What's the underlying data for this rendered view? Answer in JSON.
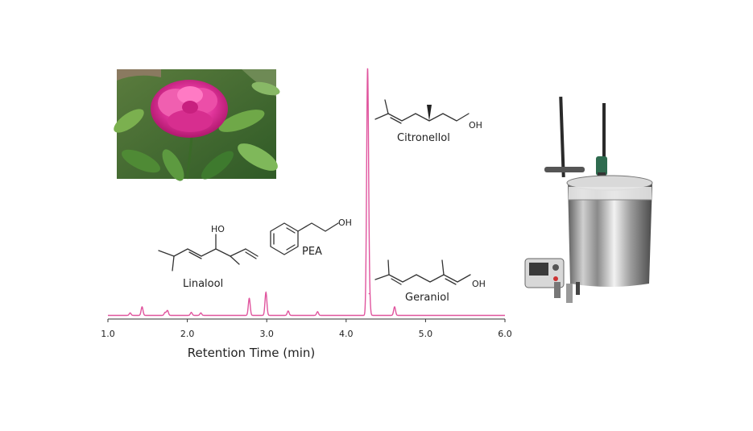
{
  "chart_data": {
    "type": "line",
    "title": "",
    "xlabel": "Retention Time (min)",
    "ylabel": "",
    "xlim": [
      1.0,
      6.0
    ],
    "x_ticks": [
      "1.0",
      "2.0",
      "3.0",
      "4.0",
      "5.0",
      "6.0"
    ],
    "x_tick_values": [
      1.0,
      2.0,
      3.0,
      4.0,
      5.0,
      6.0
    ],
    "grid": false,
    "line_color": "#e0559e",
    "baseline": 0.015,
    "peaks": [
      {
        "x": 1.28,
        "y": 0.01
      },
      {
        "x": 1.43,
        "y": 0.035
      },
      {
        "x": 1.72,
        "y": 0.012
      },
      {
        "x": 1.75,
        "y": 0.02
      },
      {
        "x": 2.05,
        "y": 0.012
      },
      {
        "x": 2.17,
        "y": 0.01
      },
      {
        "x": 2.78,
        "y": 0.07
      },
      {
        "x": 2.99,
        "y": 0.095
      },
      {
        "x": 3.27,
        "y": 0.018
      },
      {
        "x": 3.64,
        "y": 0.015
      },
      {
        "x": 4.27,
        "y": 1.0
      },
      {
        "x": 4.29,
        "y": 0.09
      },
      {
        "x": 4.61,
        "y": 0.035
      }
    ],
    "annotations": [
      {
        "label": "Linalool"
      },
      {
        "label": "PEA"
      },
      {
        "label": "Citronellol"
      },
      {
        "label": "Geraniol"
      }
    ]
  },
  "atoms": {
    "oh": "OH",
    "ho": "HO"
  },
  "images": {
    "flower_photo": "peony-flower-photo",
    "apparatus_photo": "stainless-steel-vessel-apparatus"
  }
}
